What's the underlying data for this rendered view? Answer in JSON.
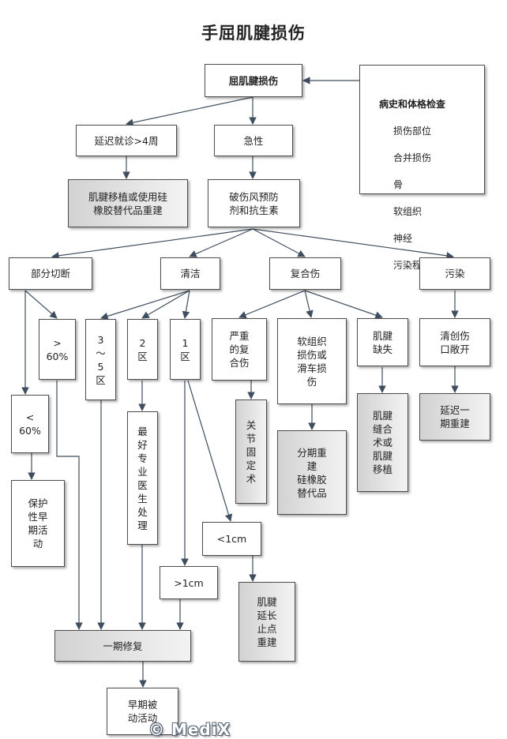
{
  "title": "手屈肌腱损伤",
  "history": {
    "heading": "病史和体格检查",
    "items": [
      "损伤部位",
      "合并损伤",
      "骨",
      "软组织",
      "神经",
      "污染程度"
    ]
  },
  "nodes": {
    "root": "屈肌腱损伤",
    "delayed": "延迟就诊>4周",
    "acute": "急性",
    "graft_rebuild": "肌腱移植或使用硅\n橡胶替代品重建",
    "tetanus": "破伤风预防\n剂和抗生素",
    "partial_cut": "部分切断",
    "clean": "清洁",
    "complex": "复合伤",
    "contaminated": "污染",
    "over60": ">\n60%",
    "zone35": "3\n～\n5\n区",
    "zone2": "2\n区",
    "zone1": "1\n区",
    "severe_complex": "严重\n的复\n合伤",
    "soft_tissue": "软组织\n损伤或\n滑车损\n伤",
    "tendon_loss": "肌腱\n缺失",
    "debride": "清创伤\n口敞开",
    "under60": "<\n60%",
    "specialist": "最\n好\n专\n业\n医\n生\n处\n理",
    "joint_fix": "关\n节\n固\n定\n术",
    "staged_rebuild": "分期重\n建\n硅橡胶\n替代品",
    "suture_graft": "肌腱\n缝合\n术或\n肌腱\n移植",
    "delayed_rebuild": "延迟一\n期重建",
    "protect_early": "保护\n性早\n期活\n动",
    "lt1cm": "<1cm",
    "gt1cm": ">1cm",
    "lengthen": "肌腱\n延长\n止点\n重建",
    "primary_repair": "一期修复",
    "early_passive": "早期被\n动活动"
  },
  "watermark": "© MediX"
}
